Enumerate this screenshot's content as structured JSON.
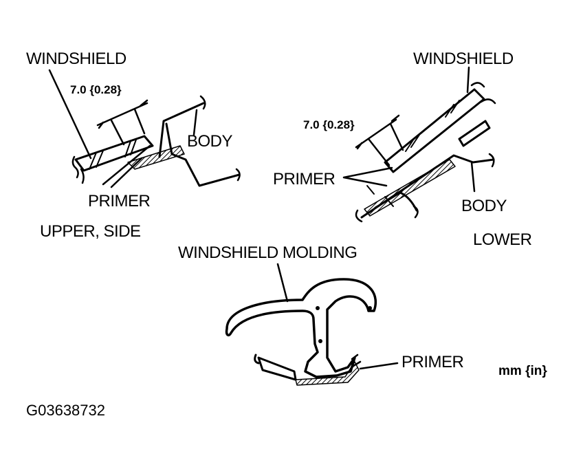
{
  "upper_side": {
    "windshield_label": "WINDSHIELD",
    "dimension_label": "7.0 {0.28}",
    "body_label": "BODY",
    "primer_label": "PRIMER",
    "caption": "UPPER, SIDE"
  },
  "lower": {
    "windshield_label": "WINDSHIELD",
    "dimension_label": "7.0 {0.28}",
    "primer_label": "PRIMER",
    "body_label": "BODY",
    "caption": "LOWER"
  },
  "molding": {
    "molding_label": "WINDSHIELD MOLDING",
    "primer_label": "PRIMER"
  },
  "units_label": "mm {in}",
  "figure_code": "G03638732",
  "colors": {
    "ink": "#000000",
    "background": "#ffffff"
  }
}
